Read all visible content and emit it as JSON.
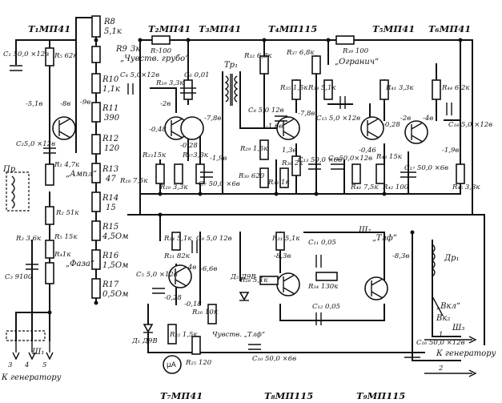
{
  "transistors": [
    {
      "id": "T1",
      "label": "T₁МП41"
    },
    {
      "id": "T2",
      "label": "T₂МП41"
    },
    {
      "id": "T3",
      "label": "T₃МП41"
    },
    {
      "id": "T4",
      "label": "T₄МП115"
    },
    {
      "id": "T5",
      "label": "T₅МП41"
    },
    {
      "id": "T6",
      "label": "T₆МП41"
    },
    {
      "id": "T7",
      "label": "T₇МП41"
    },
    {
      "id": "T8",
      "label": "T₈МП115"
    },
    {
      "id": "T9",
      "label": "T₉МП115"
    }
  ],
  "attenuator": [
    {
      "name": "R8",
      "value": "5,1к"
    },
    {
      "name": "R9",
      "value": "3к"
    },
    {
      "name": "R10",
      "value": "1,1к"
    },
    {
      "name": "R11",
      "value": "390"
    },
    {
      "name": "R12",
      "value": "120"
    },
    {
      "name": "R13",
      "value": "47"
    },
    {
      "name": "R14",
      "value": "15"
    },
    {
      "name": "R15",
      "value": "4,5Ом"
    },
    {
      "name": "R16",
      "value": "1,5Ом"
    },
    {
      "name": "R17",
      "value": "0,5Ом"
    }
  ],
  "components": {
    "C1": "C₁ 50,0 ×12в",
    "R5": "R₅ 62к",
    "C2": "C₂5,0 ×12в",
    "R1": "R₁ 4,7к",
    "R2": "R₂ 51к",
    "R3": "R₃ 3,6к",
    "R5b": "R₅ 15к",
    "R4": "R₄1к",
    "C3": "C₃ 9100",
    "R7": "R₇100",
    "C4": "C₄ 5,0×12в",
    "R18": "R₁₈ 7,5к",
    "R19": "R₁₉ 3,3к",
    "R23": "R₂₃15к",
    "R20": "R₂₀ 3,3к",
    "R27": "R₂₇3,3к",
    "C6": "C₆ 0,01",
    "C7": "C₇ 50,0 ×6в",
    "Tr1": "Tр₁",
    "R32": "R₃₂ 6,8к",
    "C8": "C₈ 5,0 12в",
    "R29": "R₂₉ 1,5к",
    "R30": "R₃₀ 620",
    "R33": "R₃₃ 1к",
    "R37": "R₃₇ 6,8к",
    "R35": "R₃₅ 1,5к",
    "R36": "R₃₆ 2к",
    "R38": "R₃₈ 5,1к",
    "C13": "C₁₃ 50,0 ×6в",
    "C15": "C₁₅ 5,0 ×12в",
    "C14": "C₁₄50,0×12в",
    "R39": "R₃₉ 100",
    "R41": "R₄₁ 3,3к",
    "R43": "R₄₃ 15к",
    "R40": "R₄₀ 7,5к",
    "R42": "R₄₂ 100",
    "C17": "C₁₇ 50,0 ×6в",
    "R44": "R₄₄ 6,2к",
    "C18": "C₁₈ 5,0 ×12в",
    "R45": "R₄₅ 3,3к",
    "R24": "R₂₄ 5,1к",
    "R21": "R₂₁ 82к",
    "C9": "C₉ 5,0 12в",
    "C5": "C₅ 5,0 ×12в",
    "R22": "R₂₂ 1,5к",
    "R25": "R₂₅ 120",
    "R26": "R₂₆ 10к",
    "D1": "Д₁ Д9В",
    "D2": "Д₂ Д9В",
    "R28": "R₂₈ 5,1к",
    "C10": "C₁₀ 50,0 ×6в",
    "R31": "R₃₁ 5,1к",
    "C11": "C₁₁ 0,05",
    "R34": "R₃₄ 130к",
    "C12": "C₁₂ 0,05",
    "C16": "C₁₆ 50,0 ×12в",
    "Dr1": "Др₁",
    "Sh1": "Ш₁",
    "Sh2": "Ш₂",
    "Sh3": "Ш₃",
    "Pr": "Пр",
    "Vk2": "Вк₂"
  },
  "controls": {
    "ampl": "„Ампл“",
    "faza": "„Фаза“",
    "chuvstv_grubo": "„Чувств. грубо“",
    "ogranich": "„Огранич“",
    "chuvstv_tlf": "Чувств. „Tлф“",
    "tlf": "„Tлф“",
    "vkl": "„Вкл“"
  },
  "voltages": [
    "-5,1в",
    "-8в",
    "-9в",
    "-0,48",
    "-0,28",
    "-2в",
    "-7,8в",
    "-1,9в",
    "-1,6в",
    "-7,8в",
    "1,3в",
    "-0,46",
    "-0,28",
    "-2в",
    "-4в",
    "-1,9в",
    "-6,6в",
    "-0,28",
    "-0,18",
    "-4в",
    "-8,3в",
    "-8,3в"
  ],
  "generator_labels": {
    "left": "К генератору",
    "right": "К генератору",
    "pin3": "3",
    "pin4": "4",
    "pin5": "5",
    "pin1": "1",
    "pin2": "2",
    "uA": "μA"
  }
}
